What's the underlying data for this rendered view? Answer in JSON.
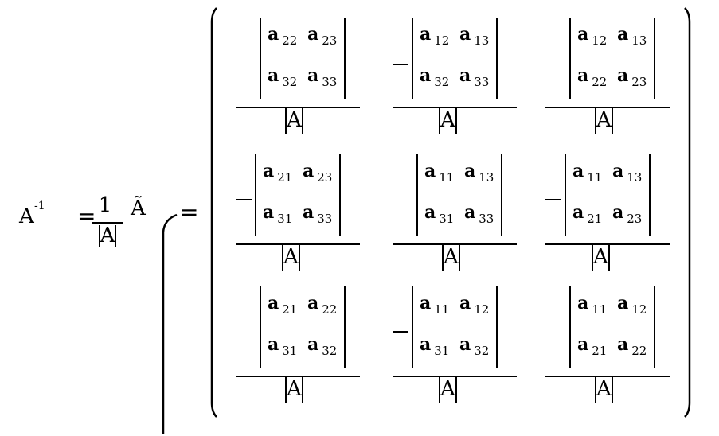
{
  "equation": {
    "lhs": {
      "base": "A",
      "superscript": "-1"
    },
    "equals": "=",
    "scalar": {
      "numerator": "1",
      "denominator": "A"
    },
    "adjugate": "Ã",
    "equals2": "=",
    "denominator_label": "A",
    "matrix": [
      [
        {
          "sign": "+",
          "entries": [
            [
              "a",
              "22"
            ],
            [
              "a",
              "23"
            ],
            [
              "a",
              "32"
            ],
            [
              "a",
              "33"
            ]
          ]
        },
        {
          "sign": "-",
          "entries": [
            [
              "a",
              "12"
            ],
            [
              "a",
              "13"
            ],
            [
              "a",
              "32"
            ],
            [
              "a",
              "33"
            ]
          ]
        },
        {
          "sign": "+",
          "entries": [
            [
              "a",
              "12"
            ],
            [
              "a",
              "13"
            ],
            [
              "a",
              "22"
            ],
            [
              "a",
              "23"
            ]
          ]
        }
      ],
      [
        {
          "sign": "-",
          "entries": [
            [
              "a",
              "21"
            ],
            [
              "a",
              "23"
            ],
            [
              "a",
              "31"
            ],
            [
              "a",
              "33"
            ]
          ]
        },
        {
          "sign": "+",
          "entries": [
            [
              "a",
              "11"
            ],
            [
              "a",
              "13"
            ],
            [
              "a",
              "31"
            ],
            [
              "a",
              "33"
            ]
          ]
        },
        {
          "sign": "-",
          "entries": [
            [
              "a",
              "11"
            ],
            [
              "a",
              "13"
            ],
            [
              "a",
              "21"
            ],
            [
              "a",
              "23"
            ]
          ]
        }
      ],
      [
        {
          "sign": "+",
          "entries": [
            [
              "a",
              "21"
            ],
            [
              "a",
              "22"
            ],
            [
              "a",
              "31"
            ],
            [
              "a",
              "32"
            ]
          ]
        },
        {
          "sign": "-",
          "entries": [
            [
              "a",
              "11"
            ],
            [
              "a",
              "12"
            ],
            [
              "a",
              "31"
            ],
            [
              "a",
              "32"
            ]
          ]
        },
        {
          "sign": "+",
          "entries": [
            [
              "a",
              "11"
            ],
            [
              "a",
              "12"
            ],
            [
              "a",
              "21"
            ],
            [
              "a",
              "22"
            ]
          ]
        }
      ]
    ]
  }
}
